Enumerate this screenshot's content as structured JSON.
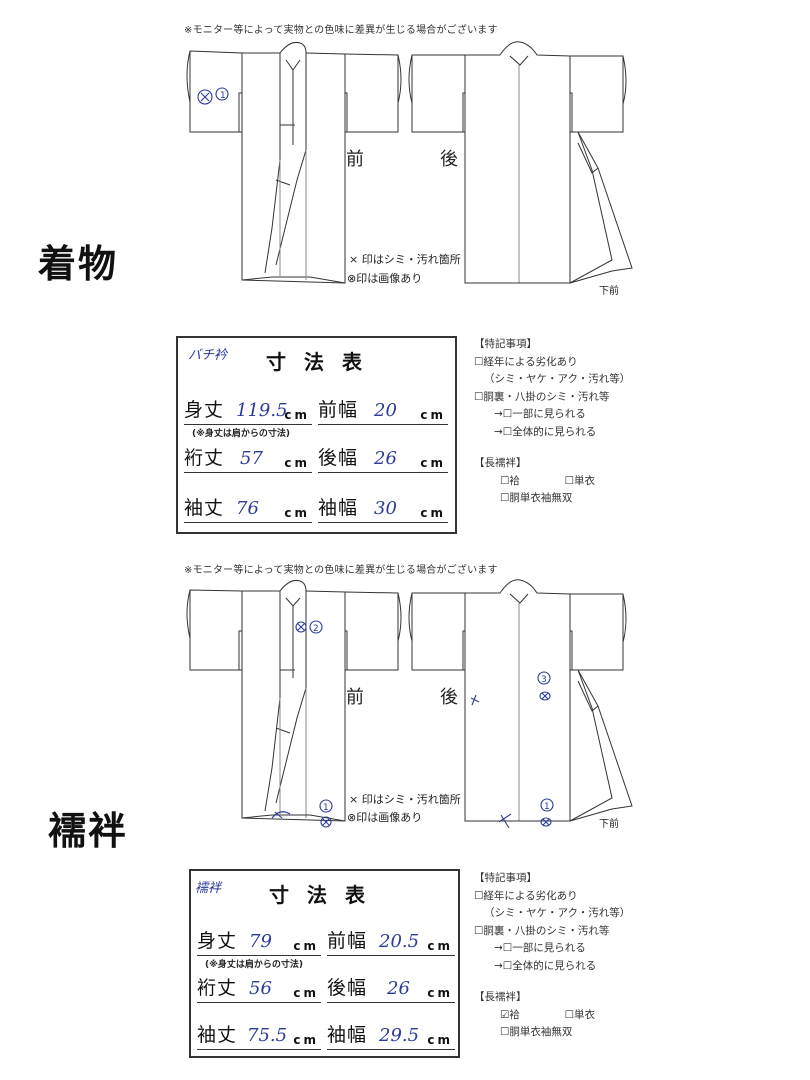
{
  "sections": [
    {
      "title": "着物",
      "notice": "※モニター等によって実物との色味に差異が生じる場合がございます",
      "diagram": {
        "front_label": "前",
        "back_label": "後",
        "legend_x": "× 印はシミ・汚れ箇所",
        "legend_circle": "印は画像あり",
        "under_front": "下前",
        "marks": [
          {
            "view": "front",
            "location": "right sleeve",
            "symbol": "⊗",
            "number": "1"
          }
        ]
      },
      "size_table": {
        "handwritten_note": "バチ衿",
        "title": "寸法表",
        "rows": [
          {
            "label": "身丈",
            "value": "119.5",
            "unit": "cm",
            "label2": "前幅",
            "value2": "20",
            "unit2": "cm"
          },
          {
            "label": "裄丈",
            "value": "57",
            "unit": "cm",
            "label2": "後幅",
            "value2": "26",
            "unit2": "cm"
          },
          {
            "label": "袖丈",
            "value": "76",
            "unit": "cm",
            "label2": "袖幅",
            "value2": "30",
            "unit2": "cm"
          }
        ],
        "subnote": "(※身丈は肩からの寸法)"
      },
      "special_notes": {
        "header": "【特記事項】",
        "items": [
          {
            "text": "☐経年による劣化あり",
            "indent": 0
          },
          {
            "text": "（シミ・ヤケ・アク・汚れ等）",
            "indent": 1
          },
          {
            "text": "☐胴裏・八掛のシミ・汚れ等",
            "indent": 0
          },
          {
            "text": "→☐一部に見られる",
            "indent": 2
          },
          {
            "text": "→☐全体的に見られる",
            "indent": 2
          }
        ],
        "juban_header": "【長襦袢】",
        "juban_items": [
          {
            "text": "☐袷",
            "checked": false
          },
          {
            "text": "☐単衣",
            "checked": false
          },
          {
            "text": "☐胴単衣袖無双",
            "checked": false
          }
        ]
      }
    },
    {
      "title": "襦袢",
      "notice": "※モニター等によって実物との色味に差異が生じる場合がございます",
      "diagram": {
        "front_label": "前",
        "back_label": "後",
        "legend_x": "× 印はシミ・汚れ箇所",
        "legend_circle": "印は画像あり",
        "under_front": "下前",
        "marks": [
          {
            "view": "front",
            "location": "collar",
            "symbol": "⊗",
            "number": "2"
          },
          {
            "view": "front",
            "location": "hem",
            "symbol": "⊗",
            "number": "1"
          },
          {
            "view": "back",
            "location": "mid right",
            "symbol": "⊗",
            "number": "3"
          },
          {
            "view": "back",
            "location": "hem",
            "symbol": "⊗",
            "number": "1"
          },
          {
            "view": "back",
            "location": "left side",
            "symbol": "×",
            "number": ""
          },
          {
            "view": "back",
            "location": "hem left",
            "symbol": "×",
            "number": ""
          }
        ]
      },
      "size_table": {
        "handwritten_note": "襦袢",
        "title": "寸法表",
        "rows": [
          {
            "label": "身丈",
            "value": "79",
            "unit": "cm",
            "label2": "前幅",
            "value2": "20.5",
            "unit2": "cm"
          },
          {
            "label": "裄丈",
            "value": "56",
            "unit": "cm",
            "label2": "後幅",
            "value2": "26",
            "unit2": "cm"
          },
          {
            "label": "袖丈",
            "value": "75.5",
            "unit": "cm",
            "label2": "袖幅",
            "value2": "29.5",
            "unit2": "cm"
          }
        ],
        "subnote": "(※身丈は肩からの寸法)"
      },
      "special_notes": {
        "header": "【特記事項】",
        "items": [
          {
            "text": "☐経年による劣化あり",
            "indent": 0
          },
          {
            "text": "（シミ・ヤケ・アク・汚れ等）",
            "indent": 1
          },
          {
            "text": "☐胴裏・八掛のシミ・汚れ等",
            "indent": 0
          },
          {
            "text": "→☐一部に見られる",
            "indent": 2
          },
          {
            "text": "→☐全体的に見られる",
            "indent": 2
          }
        ],
        "juban_header": "【長襦袢】",
        "juban_items": [
          {
            "text": "☑袷",
            "checked": true
          },
          {
            "text": "☐単衣",
            "checked": false
          },
          {
            "text": "☐胴単衣袖無双",
            "checked": false
          }
        ]
      }
    }
  ],
  "colors": {
    "ink": "#222222",
    "handwriting": "#2a3a9a",
    "background": "#ffffff"
  }
}
